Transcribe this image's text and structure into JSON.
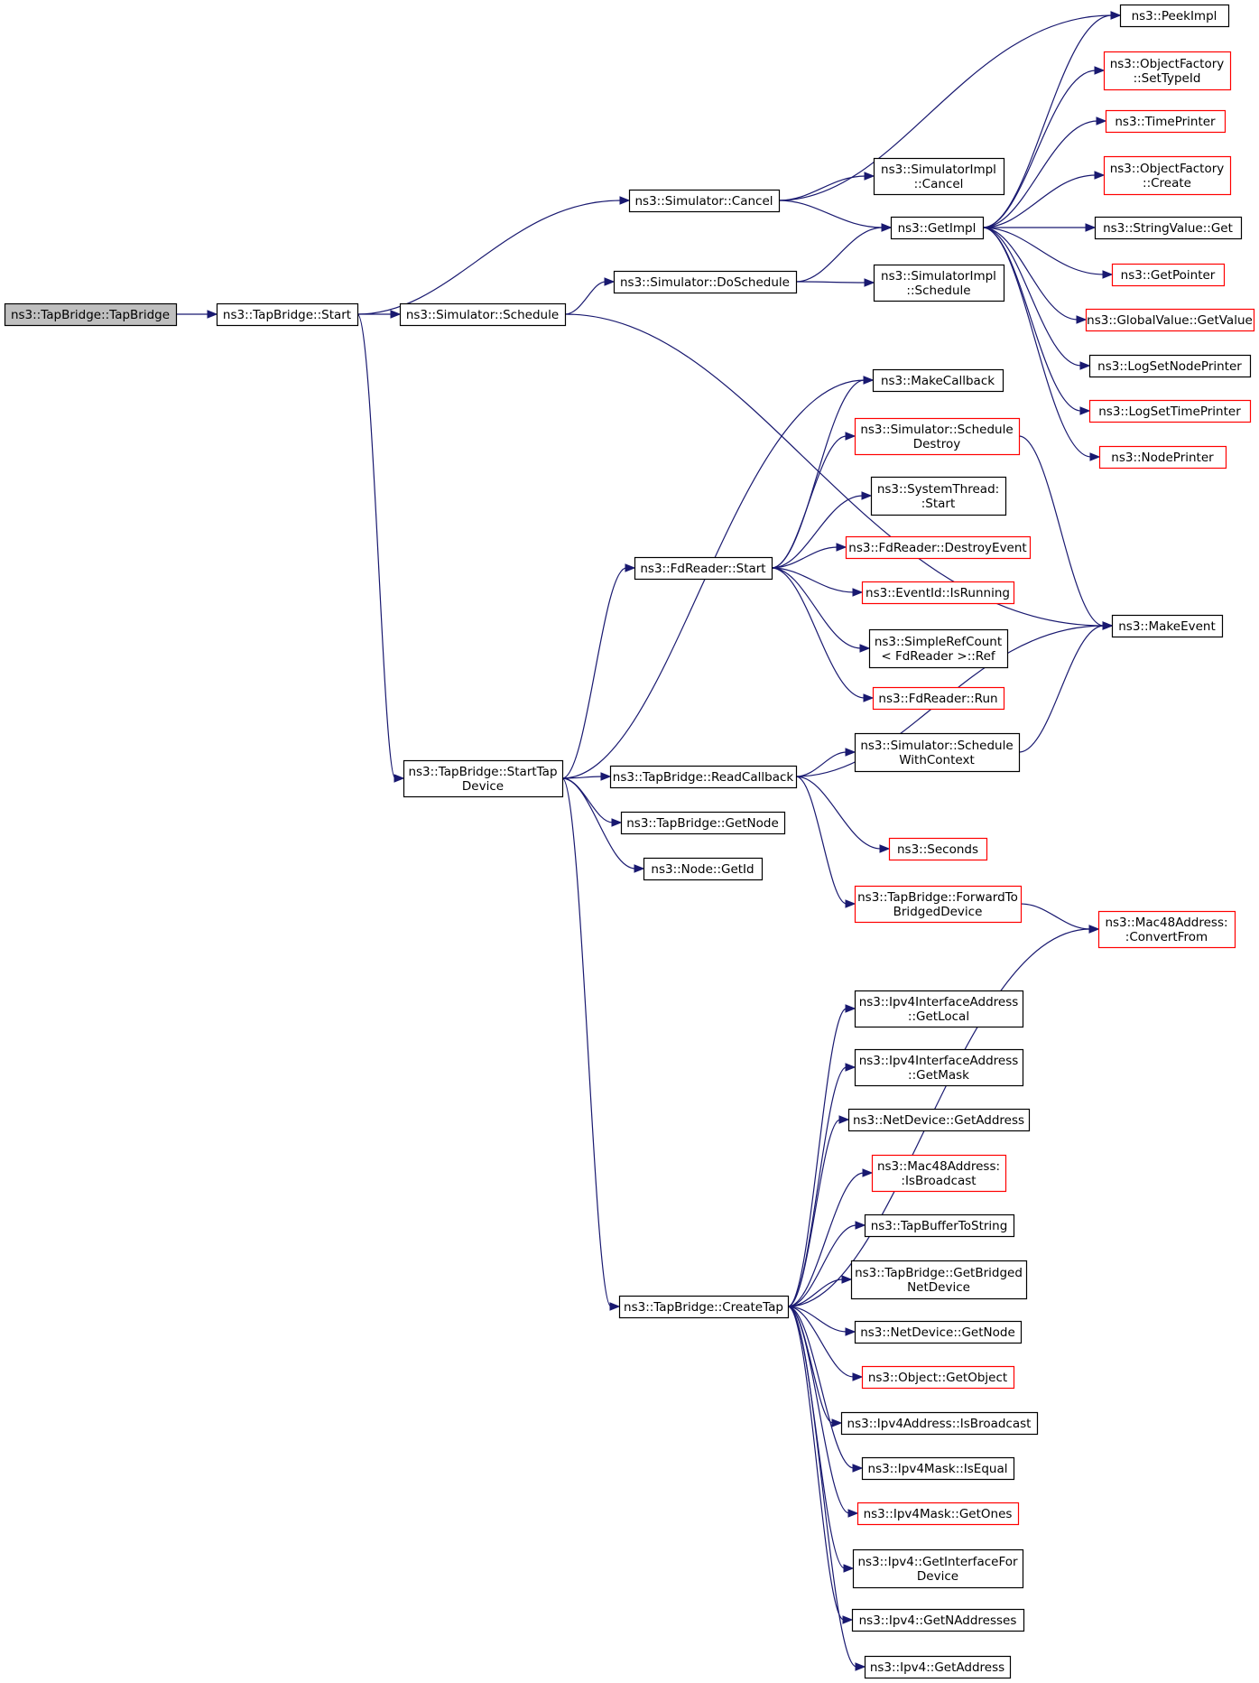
{
  "colors": {
    "edge": "#191970",
    "root_fill": "#bfbfbf",
    "normal_border": "#000000",
    "linked_border": "#ff0000",
    "background": "#ffffff"
  },
  "nodes": [
    {
      "id": "root",
      "lines": [
        "ns3::TapBridge::TapBridge"
      ],
      "style": "root"
    },
    {
      "id": "tb_start",
      "lines": [
        "ns3::TapBridge::Start"
      ],
      "style": "normal"
    },
    {
      "id": "sim_cancel",
      "lines": [
        "ns3::Simulator::Cancel"
      ],
      "style": "normal"
    },
    {
      "id": "sim_schedule",
      "lines": [
        "ns3::Simulator::Schedule"
      ],
      "style": "normal"
    },
    {
      "id": "sim_doschedule",
      "lines": [
        "ns3::Simulator::DoSchedule"
      ],
      "style": "normal"
    },
    {
      "id": "simimpl_cancel",
      "lines": [
        "ns3::SimulatorImpl",
        "::Cancel"
      ],
      "style": "normal"
    },
    {
      "id": "simimpl_schedule",
      "lines": [
        "ns3::SimulatorImpl",
        "::Schedule"
      ],
      "style": "normal"
    },
    {
      "id": "getimpl",
      "lines": [
        "ns3::GetImpl"
      ],
      "style": "normal"
    },
    {
      "id": "peekimpl",
      "lines": [
        "ns3::PeekImpl"
      ],
      "style": "normal"
    },
    {
      "id": "objfact_settypeid",
      "lines": [
        "ns3::ObjectFactory",
        "::SetTypeId"
      ],
      "style": "linked"
    },
    {
      "id": "timeprinter",
      "lines": [
        "ns3::TimePrinter"
      ],
      "style": "linked"
    },
    {
      "id": "objfact_create",
      "lines": [
        "ns3::ObjectFactory",
        "::Create"
      ],
      "style": "linked"
    },
    {
      "id": "stringvalue_get",
      "lines": [
        "ns3::StringValue::Get"
      ],
      "style": "normal"
    },
    {
      "id": "getpointer",
      "lines": [
        "ns3::GetPointer"
      ],
      "style": "linked"
    },
    {
      "id": "globalvalue_getvalue",
      "lines": [
        "ns3::GlobalValue::GetValue"
      ],
      "style": "linked"
    },
    {
      "id": "logsetnodeprinter",
      "lines": [
        "ns3::LogSetNodePrinter"
      ],
      "style": "normal"
    },
    {
      "id": "logsettimeprinter",
      "lines": [
        "ns3::LogSetTimePrinter"
      ],
      "style": "linked"
    },
    {
      "id": "nodeprinter",
      "lines": [
        "ns3::NodePrinter"
      ],
      "style": "linked"
    },
    {
      "id": "makecallback",
      "lines": [
        "ns3::MakeCallback"
      ],
      "style": "normal"
    },
    {
      "id": "sim_scheduledestroy",
      "lines": [
        "ns3::Simulator::Schedule",
        "Destroy"
      ],
      "style": "linked"
    },
    {
      "id": "systemthread_start",
      "lines": [
        "ns3::SystemThread:",
        ":Start"
      ],
      "style": "normal"
    },
    {
      "id": "fdreader_destroyevent",
      "lines": [
        "ns3::FdReader::DestroyEvent"
      ],
      "style": "linked"
    },
    {
      "id": "eventid_isrunning",
      "lines": [
        "ns3::EventId::IsRunning"
      ],
      "style": "linked"
    },
    {
      "id": "simplerefcount_ref",
      "lines": [
        "ns3::SimpleRefCount",
        "< FdReader >::Ref"
      ],
      "style": "normal"
    },
    {
      "id": "fdreader_run",
      "lines": [
        "ns3::FdReader::Run"
      ],
      "style": "linked"
    },
    {
      "id": "fdreader_start",
      "lines": [
        "ns3::FdReader::Start"
      ],
      "style": "normal"
    },
    {
      "id": "makeevent",
      "lines": [
        "ns3::MakeEvent"
      ],
      "style": "normal"
    },
    {
      "id": "tb_starttapdevice",
      "lines": [
        "ns3::TapBridge::StartTap",
        "Device"
      ],
      "style": "normal"
    },
    {
      "id": "tb_readcallback",
      "lines": [
        "ns3::TapBridge::ReadCallback"
      ],
      "style": "normal"
    },
    {
      "id": "sim_schedulewithcontext",
      "lines": [
        "ns3::Simulator::Schedule",
        "WithContext"
      ],
      "style": "normal"
    },
    {
      "id": "tb_getnode",
      "lines": [
        "ns3::TapBridge::GetNode"
      ],
      "style": "normal"
    },
    {
      "id": "node_getid",
      "lines": [
        "ns3::Node::GetId"
      ],
      "style": "normal"
    },
    {
      "id": "seconds",
      "lines": [
        "ns3::Seconds"
      ],
      "style": "linked"
    },
    {
      "id": "tb_forwardtobridged",
      "lines": [
        "ns3::TapBridge::ForwardTo",
        "BridgedDevice"
      ],
      "style": "linked"
    },
    {
      "id": "mac48_convertfrom",
      "lines": [
        "ns3::Mac48Address:",
        ":ConvertFrom"
      ],
      "style": "linked"
    },
    {
      "id": "ipv4ia_getlocal",
      "lines": [
        "ns3::Ipv4InterfaceAddress",
        "::GetLocal"
      ],
      "style": "normal"
    },
    {
      "id": "ipv4ia_getmask",
      "lines": [
        "ns3::Ipv4InterfaceAddress",
        "::GetMask"
      ],
      "style": "normal"
    },
    {
      "id": "netdevice_getaddress",
      "lines": [
        "ns3::NetDevice::GetAddress"
      ],
      "style": "normal"
    },
    {
      "id": "mac48_isbroadcast",
      "lines": [
        "ns3::Mac48Address:",
        ":IsBroadcast"
      ],
      "style": "linked"
    },
    {
      "id": "tapbuffertostring",
      "lines": [
        "ns3::TapBufferToString"
      ],
      "style": "normal"
    },
    {
      "id": "tb_getbridgednetdevice",
      "lines": [
        "ns3::TapBridge::GetBridged",
        "NetDevice"
      ],
      "style": "normal"
    },
    {
      "id": "tb_createtap",
      "lines": [
        "ns3::TapBridge::CreateTap"
      ],
      "style": "normal"
    },
    {
      "id": "netdevice_getnode",
      "lines": [
        "ns3::NetDevice::GetNode"
      ],
      "style": "normal"
    },
    {
      "id": "object_getobject",
      "lines": [
        "ns3::Object::GetObject"
      ],
      "style": "linked"
    },
    {
      "id": "ipv4addr_isbroadcast",
      "lines": [
        "ns3::Ipv4Address::IsBroadcast"
      ],
      "style": "normal"
    },
    {
      "id": "ipv4mask_isequal",
      "lines": [
        "ns3::Ipv4Mask::IsEqual"
      ],
      "style": "normal"
    },
    {
      "id": "ipv4mask_getones",
      "lines": [
        "ns3::Ipv4Mask::GetOnes"
      ],
      "style": "linked"
    },
    {
      "id": "ipv4_getinterfacefordevice",
      "lines": [
        "ns3::Ipv4::GetInterfaceFor",
        "Device"
      ],
      "style": "normal"
    },
    {
      "id": "ipv4_getnaddresses",
      "lines": [
        "ns3::Ipv4::GetNAddresses"
      ],
      "style": "normal"
    },
    {
      "id": "ipv4_getaddress",
      "lines": [
        "ns3::Ipv4::GetAddress"
      ],
      "style": "normal"
    }
  ],
  "edges": [
    [
      "root",
      "tb_start"
    ],
    [
      "tb_start",
      "sim_cancel"
    ],
    [
      "tb_start",
      "sim_schedule"
    ],
    [
      "tb_start",
      "tb_starttapdevice"
    ],
    [
      "sim_cancel",
      "simimpl_cancel"
    ],
    [
      "sim_cancel",
      "getimpl"
    ],
    [
      "sim_cancel",
      "peekimpl"
    ],
    [
      "sim_schedule",
      "sim_doschedule"
    ],
    [
      "sim_schedule",
      "makeevent"
    ],
    [
      "sim_doschedule",
      "simimpl_schedule"
    ],
    [
      "sim_doschedule",
      "getimpl"
    ],
    [
      "getimpl",
      "peekimpl"
    ],
    [
      "getimpl",
      "objfact_settypeid"
    ],
    [
      "getimpl",
      "timeprinter"
    ],
    [
      "getimpl",
      "objfact_create"
    ],
    [
      "getimpl",
      "stringvalue_get"
    ],
    [
      "getimpl",
      "getpointer"
    ],
    [
      "getimpl",
      "globalvalue_getvalue"
    ],
    [
      "getimpl",
      "logsetnodeprinter"
    ],
    [
      "getimpl",
      "logsettimeprinter"
    ],
    [
      "getimpl",
      "nodeprinter"
    ],
    [
      "tb_starttapdevice",
      "makecallback"
    ],
    [
      "tb_starttapdevice",
      "fdreader_start"
    ],
    [
      "tb_starttapdevice",
      "tb_readcallback"
    ],
    [
      "tb_starttapdevice",
      "tb_getnode"
    ],
    [
      "tb_starttapdevice",
      "node_getid"
    ],
    [
      "tb_starttapdevice",
      "tb_createtap"
    ],
    [
      "fdreader_start",
      "makecallback"
    ],
    [
      "fdreader_start",
      "sim_scheduledestroy"
    ],
    [
      "fdreader_start",
      "systemthread_start"
    ],
    [
      "fdreader_start",
      "fdreader_destroyevent"
    ],
    [
      "fdreader_start",
      "eventid_isrunning"
    ],
    [
      "fdreader_start",
      "simplerefcount_ref"
    ],
    [
      "fdreader_start",
      "fdreader_run"
    ],
    [
      "sim_scheduledestroy",
      "makeevent"
    ],
    [
      "tb_readcallback",
      "sim_schedulewithcontext"
    ],
    [
      "tb_readcallback",
      "makeevent"
    ],
    [
      "tb_readcallback",
      "seconds"
    ],
    [
      "tb_readcallback",
      "tb_forwardtobridged"
    ],
    [
      "sim_schedulewithcontext",
      "makeevent"
    ],
    [
      "tb_forwardtobridged",
      "mac48_convertfrom"
    ],
    [
      "tb_createtap",
      "mac48_convertfrom"
    ],
    [
      "tb_createtap",
      "ipv4ia_getlocal"
    ],
    [
      "tb_createtap",
      "ipv4ia_getmask"
    ],
    [
      "tb_createtap",
      "netdevice_getaddress"
    ],
    [
      "tb_createtap",
      "mac48_isbroadcast"
    ],
    [
      "tb_createtap",
      "tapbuffertostring"
    ],
    [
      "tb_createtap",
      "tb_getbridgednetdevice"
    ],
    [
      "tb_createtap",
      "netdevice_getnode"
    ],
    [
      "tb_createtap",
      "object_getobject"
    ],
    [
      "tb_createtap",
      "ipv4addr_isbroadcast"
    ],
    [
      "tb_createtap",
      "ipv4mask_isequal"
    ],
    [
      "tb_createtap",
      "ipv4mask_getones"
    ],
    [
      "tb_createtap",
      "ipv4_getinterfacefordevice"
    ],
    [
      "tb_createtap",
      "ipv4_getnaddresses"
    ],
    [
      "tb_createtap",
      "ipv4_getaddress"
    ]
  ]
}
